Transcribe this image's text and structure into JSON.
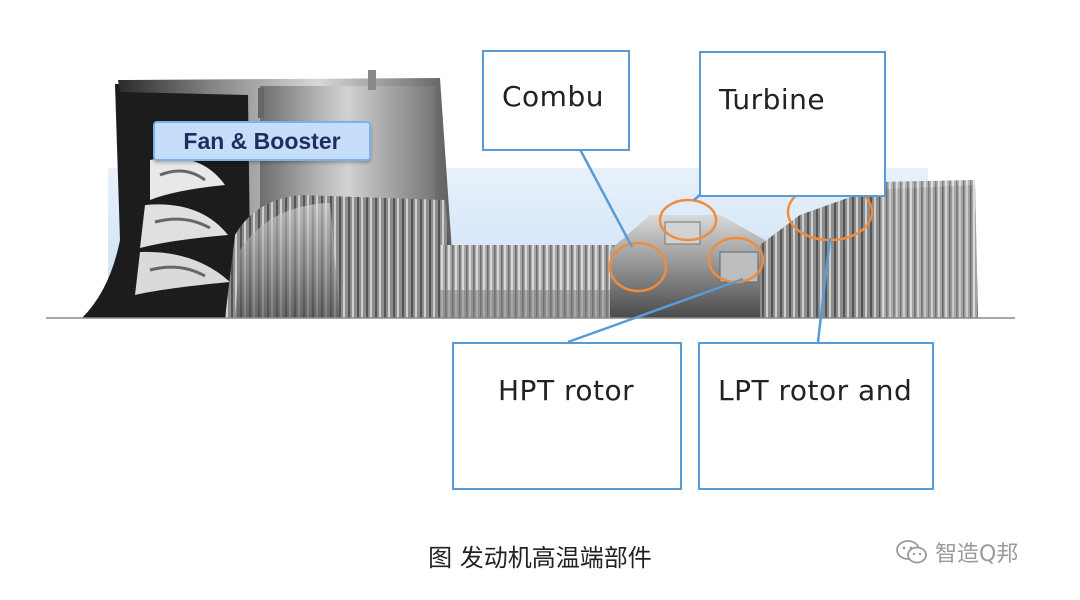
{
  "diagram": {
    "labels": {
      "fan_booster": "Fan & Booster",
      "combustor": "Combu",
      "turbine": "Turbine",
      "hpt_rotor": "HPT rotor",
      "lpt_rotor": "LPT rotor and"
    },
    "caption": "图  发动机高温端部件",
    "watermark": "智造Q邦",
    "colors": {
      "callout_border": "#5b9bd5",
      "highlight_circle": "#f08c3c",
      "label_fill": "#c6defa"
    }
  }
}
